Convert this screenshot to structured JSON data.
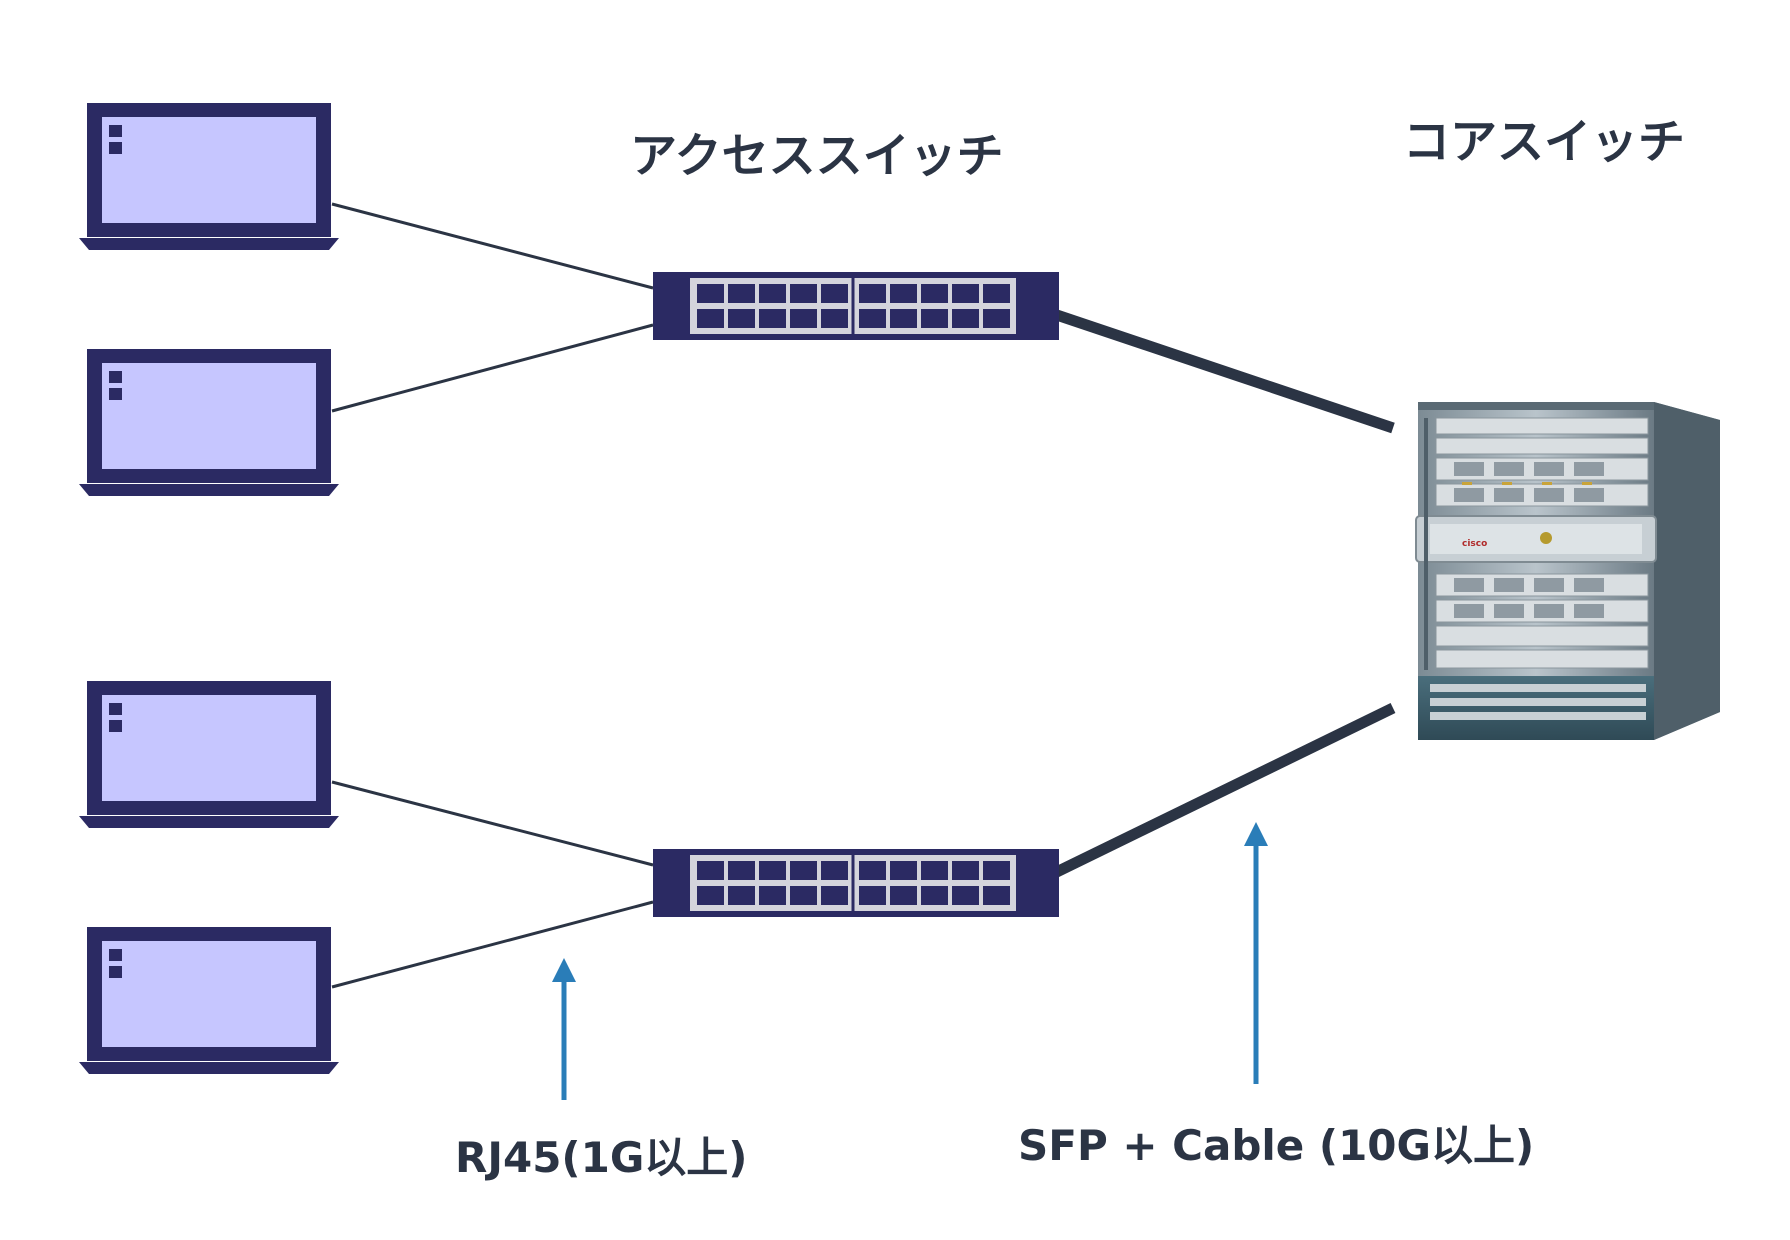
{
  "labels": {
    "access_switch": "アクセススイッチ",
    "core_switch": "コアスイッチ",
    "rj45_link": "RJ45(1G以上)",
    "sfp_link": "SFP + Cable (10G以上)"
  },
  "core_switch_badge": "cisco",
  "colors": {
    "laptop_frame": "#2b2a63",
    "laptop_screen": "#c6c6ff",
    "switch_body": "#2b2a63",
    "switch_face": "#d4d4dc",
    "port": "#2b2a63",
    "cable": "#2b3444",
    "arrow": "#2a7db8",
    "label_text": "#2b3444"
  }
}
